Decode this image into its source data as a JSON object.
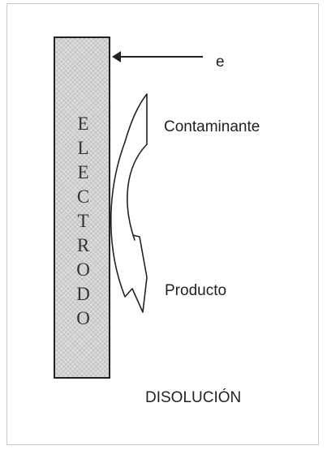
{
  "diagram": {
    "electrode_letters": [
      "E",
      "L",
      "E",
      "C",
      "T",
      "R",
      "O",
      "D",
      "O"
    ],
    "electron_label": "e",
    "contaminant_label": "Contaminante",
    "product_label": "Producto",
    "solution_label": "DISOLUCIÓN"
  },
  "icons": {
    "electron_arrow": "left-arrow-icon",
    "reaction_arrow": "curved-arrow-icon"
  }
}
